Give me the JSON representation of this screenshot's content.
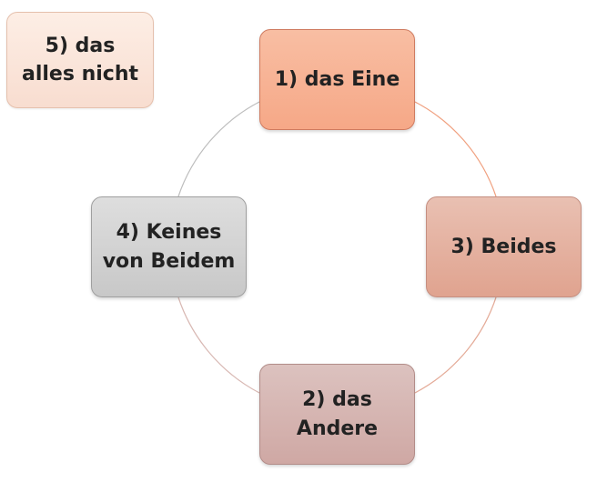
{
  "diagram": {
    "nodes": [
      {
        "id": "1",
        "label": "1) das Eine"
      },
      {
        "id": "2",
        "label": "2) das\nAndere"
      },
      {
        "id": "3",
        "label": "3) Beides"
      },
      {
        "id": "4",
        "label": "4) Keines\nvon Beidem"
      },
      {
        "id": "5",
        "label": "5) das\nalles nicht"
      }
    ],
    "cycle_order": [
      "1",
      "3",
      "2",
      "4"
    ],
    "colors": {
      "node_1": "#f6a887",
      "node_3": "#e0a38f",
      "node_2": "#cfa8a4",
      "node_4": "#c8c8c8",
      "node_5": "#f8ddd0",
      "arc_1_to_3": "#f0a07f",
      "arc_3_to_2": "#e4ab98",
      "arc_2_to_4": "#d8b8b3",
      "arc_4_to_1": "#bdbdbd"
    }
  }
}
